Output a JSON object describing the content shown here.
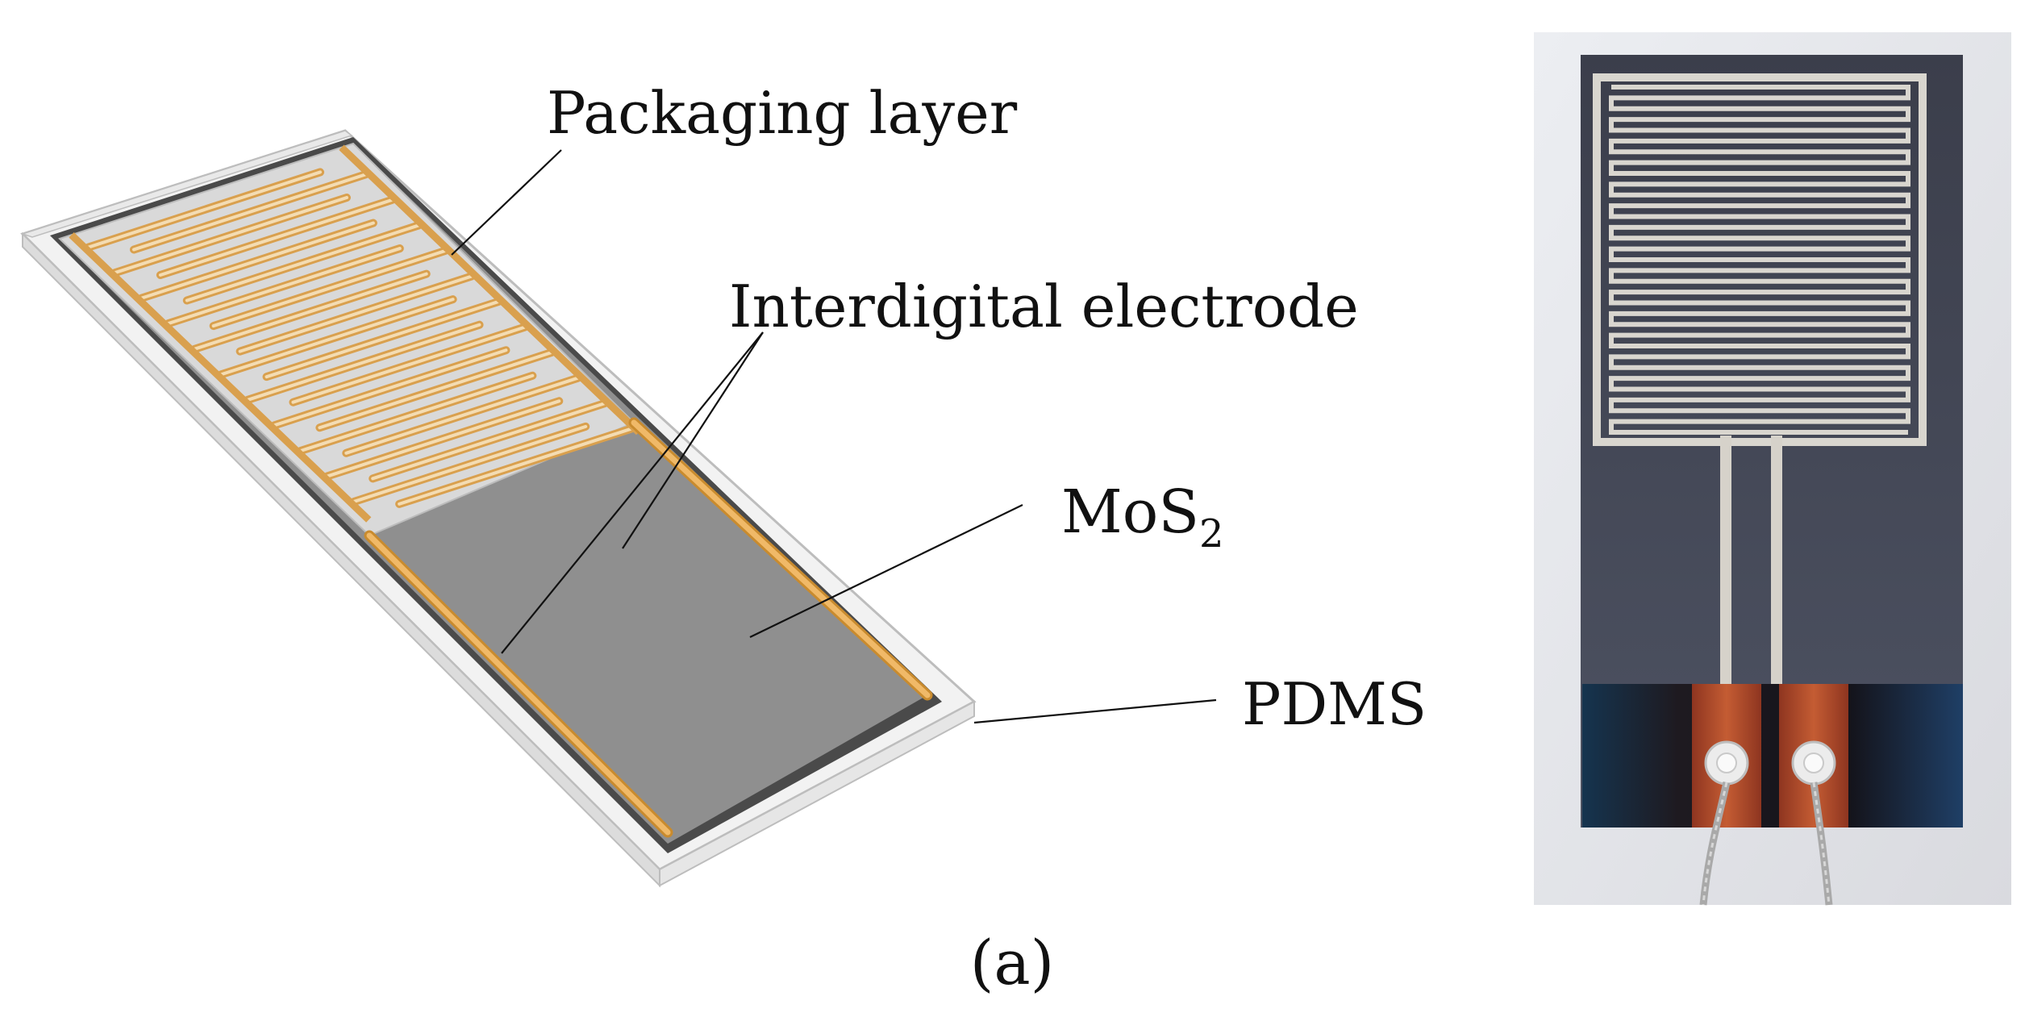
{
  "figure": {
    "panel_label": "(a)"
  },
  "labels": {
    "packaging": "Packaging layer",
    "electrode": "Interdigital electrode",
    "mos2_main": "MoS",
    "mos2_sub": "2",
    "pdms": "PDMS"
  },
  "colors": {
    "background": "#ffffff",
    "pdms_base": "#f1f1f1",
    "pdms_edge": "#c9c9c9",
    "mos2_gray": "#8f8f8f",
    "packaging": "#d8d8d8",
    "electrode": "#e9b565",
    "electrode_dark": "#c98b2e",
    "photo_wall": "#e3e4e8",
    "photo_substrate": "#3d4150",
    "photo_trace": "#d9d6cf",
    "photo_tape": "#1e1b22",
    "photo_copper": "#b24b2a"
  }
}
